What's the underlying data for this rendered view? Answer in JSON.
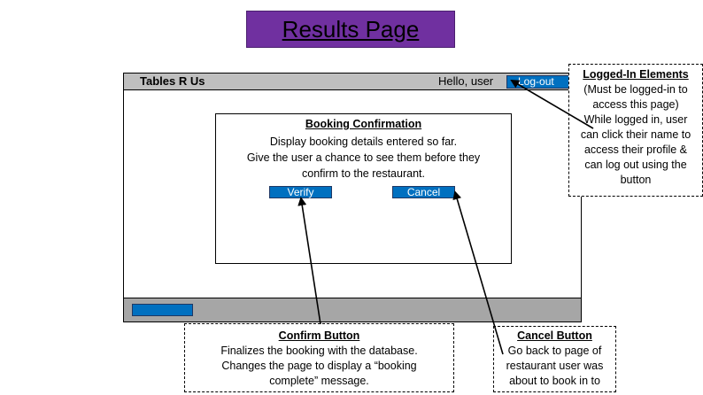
{
  "page_title": "Results Page",
  "app": {
    "brand": "Tables R Us",
    "greeting": "Hello, user",
    "logout_label": "Log-out"
  },
  "dialog": {
    "title": "Booking Confirmation",
    "lines": [
      "Display booking details entered so far.",
      "Give the user a chance to see them before they",
      "confirm to the restaurant."
    ],
    "verify_label": "Verify",
    "cancel_label": "Cancel"
  },
  "notes": {
    "logged_in": {
      "title": "Logged-In Elements",
      "lines": [
        "(Must be logged-in to",
        "access this page)",
        "While logged in, user",
        "can click their name to",
        "access their profile &",
        "can log out using the",
        "button"
      ]
    },
    "confirm": {
      "title": "Confirm Button",
      "lines": [
        "Finalizes the booking with the database.",
        "Changes the page to display a “booking",
        "complete” message."
      ]
    },
    "cancel": {
      "title": "Cancel Button",
      "lines": [
        "Go back to page of",
        "restaurant user was",
        "about to book in to"
      ]
    }
  },
  "colors": {
    "title_bg": "#7030a0",
    "button_blue": "#0070c0",
    "topbar_gray": "#bfbfbf",
    "footer_gray": "#a6a6a6"
  }
}
